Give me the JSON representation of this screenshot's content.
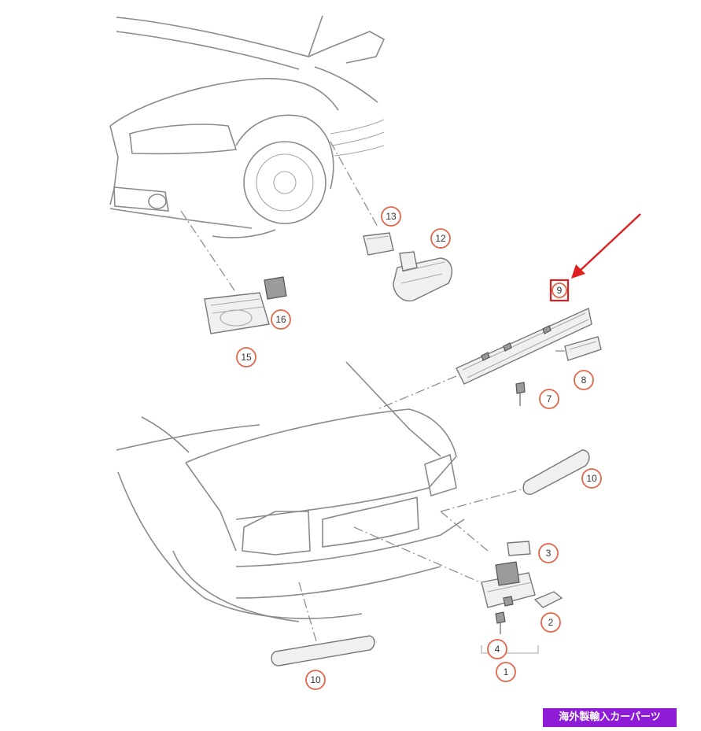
{
  "callouts": [
    {
      "id": "c13a",
      "label": "13"
    },
    {
      "id": "c12",
      "label": "12"
    },
    {
      "id": "c16",
      "label": "16"
    },
    {
      "id": "c15",
      "label": "15"
    },
    {
      "id": "c9",
      "label": "9"
    },
    {
      "id": "c8",
      "label": "8"
    },
    {
      "id": "c7",
      "label": "7"
    },
    {
      "id": "c10a",
      "label": "10"
    },
    {
      "id": "c3",
      "label": "3"
    },
    {
      "id": "c2",
      "label": "2"
    },
    {
      "id": "c4",
      "label": "4"
    },
    {
      "id": "c1",
      "label": "1"
    },
    {
      "id": "c10b",
      "label": "10"
    }
  ],
  "watermark": "海外製輸入カーパーツ",
  "colors": {
    "callout_ring": "#e2664a",
    "highlight_box": "#e02020",
    "pointer_arrow": "#e02020",
    "watermark_bg": "#8e1bd6",
    "lines": "#8a8a8a"
  }
}
